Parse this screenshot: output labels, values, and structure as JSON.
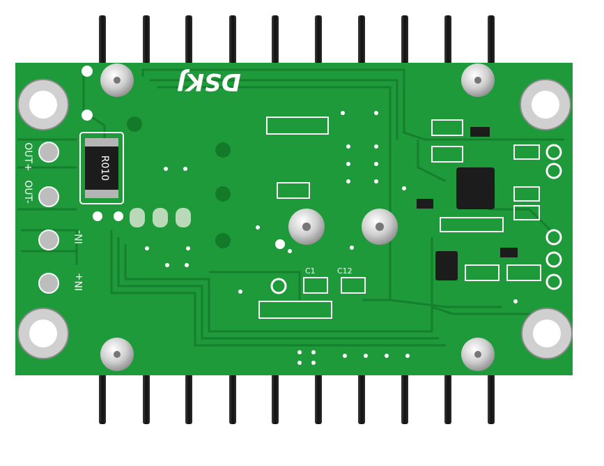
{
  "board": {
    "logo": "DSKJ",
    "resistor_marking": "R010",
    "labels": {
      "out_plus": "OUT+",
      "out_minus": "OUT-",
      "in_minus": "IN-",
      "in_plus": "IN+",
      "cap1": "C1",
      "cap12": "C12"
    }
  },
  "colors": {
    "pcb": "#1f9a3a",
    "trace": "#137a2a",
    "silkscreen": "#ffffff",
    "pin": "#1a1a1a",
    "chip": "#1c1c1c",
    "metal": "#c9c9c9"
  }
}
